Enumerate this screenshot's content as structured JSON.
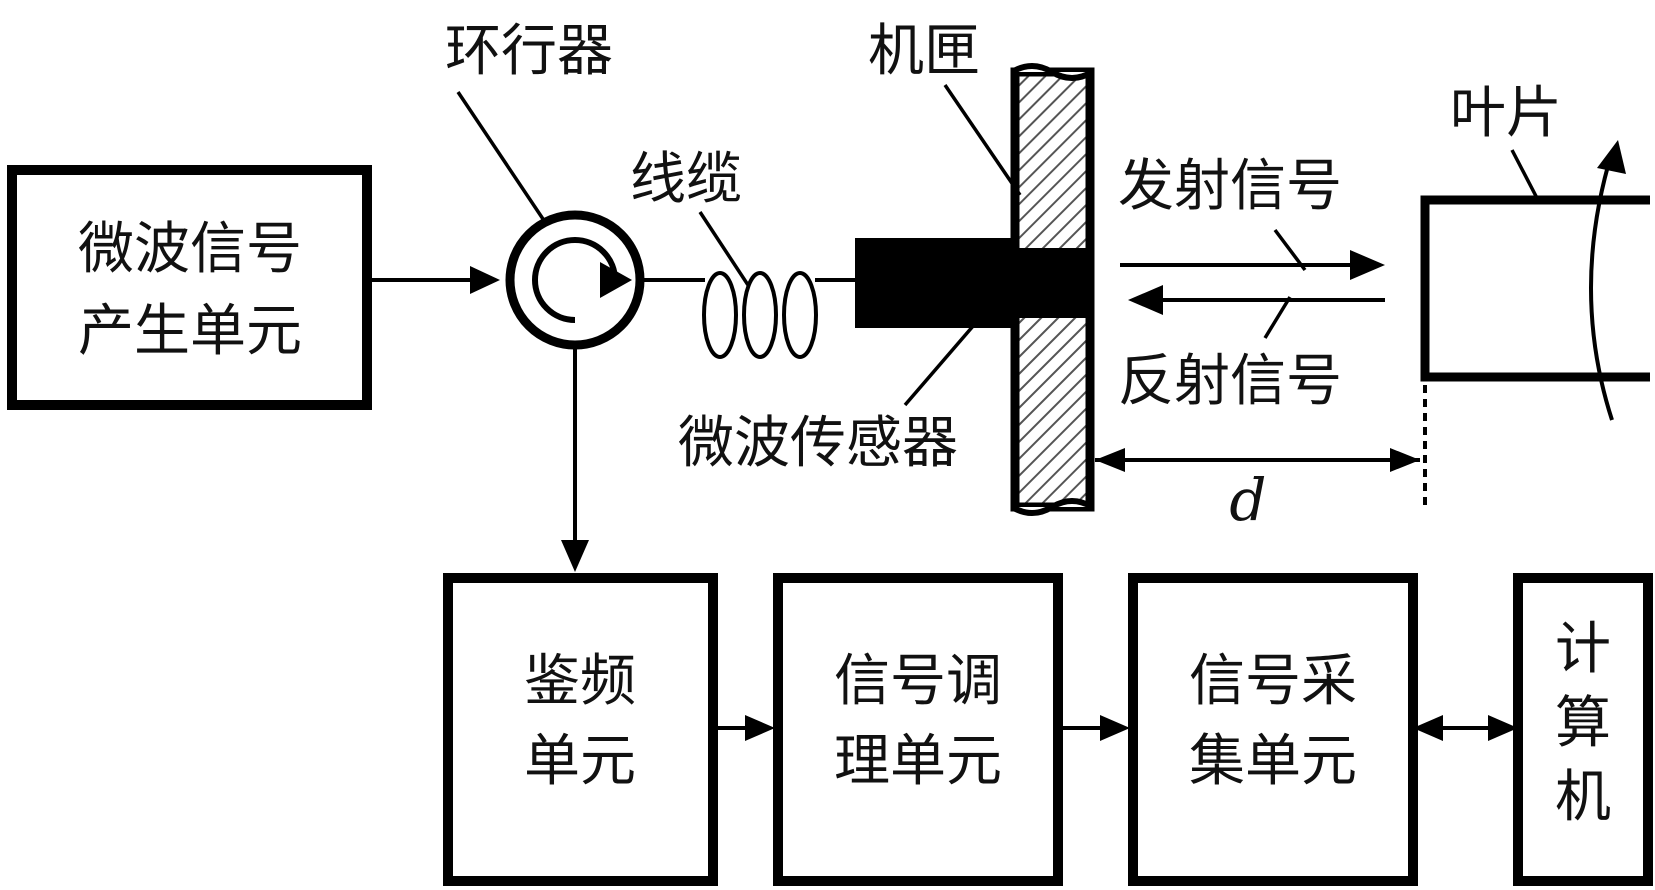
{
  "blocks": {
    "microwave_gen": [
      "微波信号",
      "产生单元"
    ],
    "discriminator": [
      "鉴频",
      "单元"
    ],
    "conditioning": [
      "信号调",
      "理单元"
    ],
    "acquisition": [
      "信号采",
      "集单元"
    ],
    "computer": [
      "计",
      "算",
      "机"
    ]
  },
  "labels": {
    "circulator": "环行器",
    "cable": "线缆",
    "casing": "机匣",
    "blade": "叶片",
    "transmit_signal": "发射信号",
    "reflect_signal": "反射信号",
    "sensor": "微波传感器",
    "distance": "d"
  }
}
